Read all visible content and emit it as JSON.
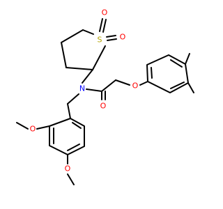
{
  "molecule": {
    "atom_labels": {
      "sulfur": "S",
      "sulfonyl_oxygen_top": "O",
      "sulfonyl_oxygen_right": "O",
      "amide_nitrogen": "N",
      "amide_oxygen": "O",
      "ether_oxygen": "O",
      "methoxy_oxygen_3": "O",
      "methoxy_oxygen_4": "O"
    },
    "colors": {
      "sulfur": "#b3a200",
      "oxygen": "#ff0000",
      "nitrogen": "#0000ff",
      "bond": "#000000",
      "background": "#ffffff"
    }
  }
}
